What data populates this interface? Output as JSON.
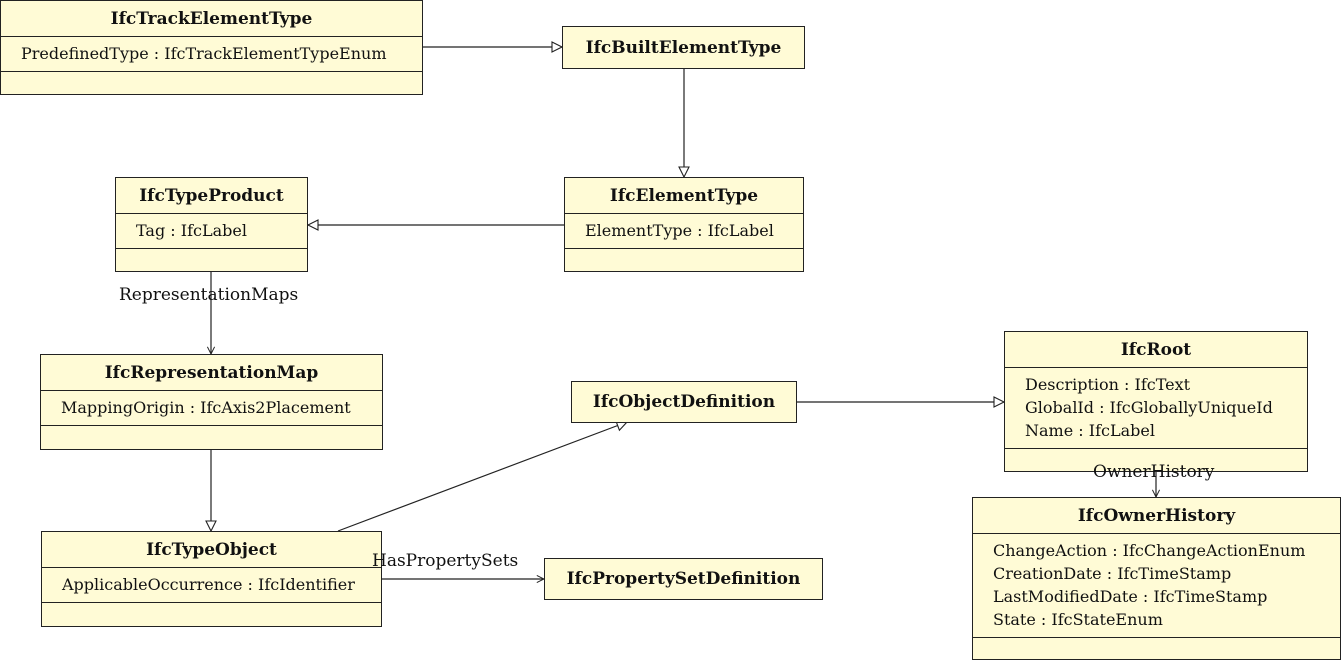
{
  "classes": {
    "track_element_type": {
      "name": "IfcTrackElementType",
      "attributes": [
        "PredefinedType : IfcTrackElementTypeEnum"
      ]
    },
    "built_element_type": {
      "name": "IfcBuiltElementType"
    },
    "type_product": {
      "name": "IfcTypeProduct",
      "attributes": [
        "Tag : IfcLabel"
      ]
    },
    "element_type": {
      "name": "IfcElementType",
      "attributes": [
        "ElementType : IfcLabel"
      ]
    },
    "representation_map": {
      "name": "IfcRepresentationMap",
      "attributes": [
        "MappingOrigin : IfcAxis2Placement"
      ]
    },
    "object_definition": {
      "name": "IfcObjectDefinition"
    },
    "root": {
      "name": "IfcRoot",
      "attributes": [
        "Description : IfcText",
        "GlobalId : IfcGloballyUniqueId",
        "Name : IfcLabel"
      ]
    },
    "type_object": {
      "name": "IfcTypeObject",
      "attributes": [
        "ApplicableOccurrence : IfcIdentifier"
      ]
    },
    "property_set_definition": {
      "name": "IfcPropertySetDefinition"
    },
    "owner_history": {
      "name": "IfcOwnerHistory",
      "attributes": [
        "ChangeAction : IfcChangeActionEnum",
        "CreationDate : IfcTimeStamp",
        "LastModifiedDate : IfcTimeStamp",
        "State : IfcStateEnum"
      ]
    }
  },
  "associations": {
    "representation_maps": "RepresentationMaps",
    "has_property_sets": "HasPropertySets",
    "owner_history": "OwnerHistory"
  },
  "colors": {
    "class_fill": "#fffbd6",
    "line": "#222222"
  }
}
